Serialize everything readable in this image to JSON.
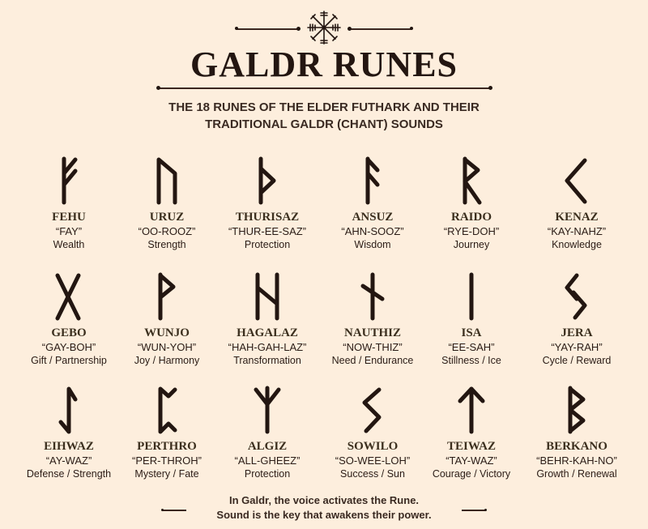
{
  "header": {
    "emblem_icon": "vegvisir-compass-icon",
    "title": "GALDR RUNES",
    "subtitle_line1": "THE 18 RUNES OF THE ELDER FUTHARK AND THEIR",
    "subtitle_line2": "TRADITIONAL GALDR (CHANT) SOUNDS"
  },
  "colors": {
    "background": "#fdeedd",
    "ink": "#231611",
    "rune_name": "#3b2f1e"
  },
  "runes": [
    {
      "name": "FEHU",
      "pronunciation": "“FAY”",
      "meaning": "Wealth",
      "icon": "fehu-rune-icon"
    },
    {
      "name": "URUZ",
      "pronunciation": "“OO-ROOZ”",
      "meaning": "Strength",
      "icon": "uruz-rune-icon"
    },
    {
      "name": "THURISAZ",
      "pronunciation": "“THUR-EE-SAZ”",
      "meaning": "Protection",
      "icon": "thurisaz-rune-icon"
    },
    {
      "name": "ANSUZ",
      "pronunciation": "“AHN-SOOZ”",
      "meaning": "Wisdom",
      "icon": "ansuz-rune-icon"
    },
    {
      "name": "RAIDO",
      "pronunciation": "“RYE-DOH”",
      "meaning": "Journey",
      "icon": "raido-rune-icon"
    },
    {
      "name": "KENAZ",
      "pronunciation": "“KAY-NAHZ”",
      "meaning": "Knowledge",
      "icon": "kenaz-rune-icon"
    },
    {
      "name": "GEBO",
      "pronunciation": "“GAY-BOH”",
      "meaning": "Gift / Partnership",
      "icon": "gebo-rune-icon"
    },
    {
      "name": "WUNJO",
      "pronunciation": "“WUN-YOH”",
      "meaning": "Joy / Harmony",
      "icon": "wunjo-rune-icon"
    },
    {
      "name": "HAGALAZ",
      "pronunciation": "“HAH-GAH-LAZ”",
      "meaning": "Transformation",
      "icon": "hagalaz-rune-icon"
    },
    {
      "name": "NAUTHIZ",
      "pronunciation": "“NOW-THIZ”",
      "meaning": "Need / Endurance",
      "icon": "nauthiz-rune-icon"
    },
    {
      "name": "ISA",
      "pronunciation": "“EE-SAH”",
      "meaning": "Stillness / Ice",
      "icon": "isa-rune-icon"
    },
    {
      "name": "JERA",
      "pronunciation": "“YAY-RAH”",
      "meaning": "Cycle / Reward",
      "icon": "jera-rune-icon"
    },
    {
      "name": "EIHWAZ",
      "pronunciation": "“AY-WAZ”",
      "meaning": "Defense / Strength",
      "icon": "eihwaz-rune-icon"
    },
    {
      "name": "PERTHRO",
      "pronunciation": "“PER-THROH”",
      "meaning": "Mystery / Fate",
      "icon": "perthro-rune-icon"
    },
    {
      "name": "ALGIZ",
      "pronunciation": "“ALL-GHEEZ”",
      "meaning": "Protection",
      "icon": "algiz-rune-icon"
    },
    {
      "name": "SOWILO",
      "pronunciation": "“SO-WEE-LOH”",
      "meaning": "Success / Sun",
      "icon": "sowilo-rune-icon"
    },
    {
      "name": "TEIWAZ",
      "pronunciation": "“TAY-WAZ”",
      "meaning": "Courage / Victory",
      "icon": "teiwaz-rune-icon"
    },
    {
      "name": "BERKANO",
      "pronunciation": "“BEHR-KAH-NO”",
      "meaning": "Growth / Renewal",
      "icon": "berkano-rune-icon"
    }
  ],
  "footer": {
    "line1": "In Galdr, the voice activates the Rune.",
    "line2": "Sound is the key that awakens their power."
  }
}
